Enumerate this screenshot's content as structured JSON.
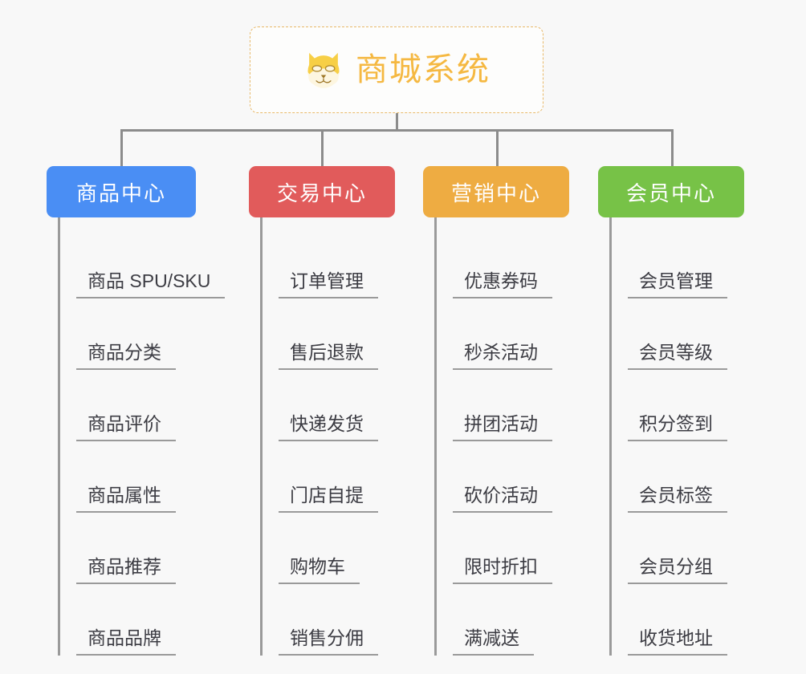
{
  "diagram": {
    "type": "mindmap-tree",
    "background_color": "#f8f8f8",
    "root": {
      "title": "商城系统",
      "icon": "shiba-dog-face-icon",
      "text_color": "#f5b841",
      "border_color": "#e8b96a",
      "border_style": "dashed"
    },
    "branches": [
      {
        "label": "商品中心",
        "color": "#4a8ef4",
        "items": [
          "商品 SPU/SKU",
          "商品分类",
          "商品评价",
          "商品属性",
          "商品推荐",
          "商品品牌"
        ]
      },
      {
        "label": "交易中心",
        "color": "#e15b5b",
        "items": [
          "订单管理",
          "售后退款",
          "快递发货",
          "门店自提",
          "购物车",
          "销售分佣"
        ]
      },
      {
        "label": "营销中心",
        "color": "#eeac42",
        "items": [
          "优惠券码",
          "秒杀活动",
          "拼团活动",
          "砍价活动",
          "限时折扣",
          "满减送"
        ]
      },
      {
        "label": "会员中心",
        "color": "#77c247",
        "items": [
          "会员管理",
          "会员等级",
          "积分签到",
          "会员标签",
          "会员分组",
          "收货地址"
        ]
      }
    ],
    "connector_color": "#8c8c8c"
  }
}
